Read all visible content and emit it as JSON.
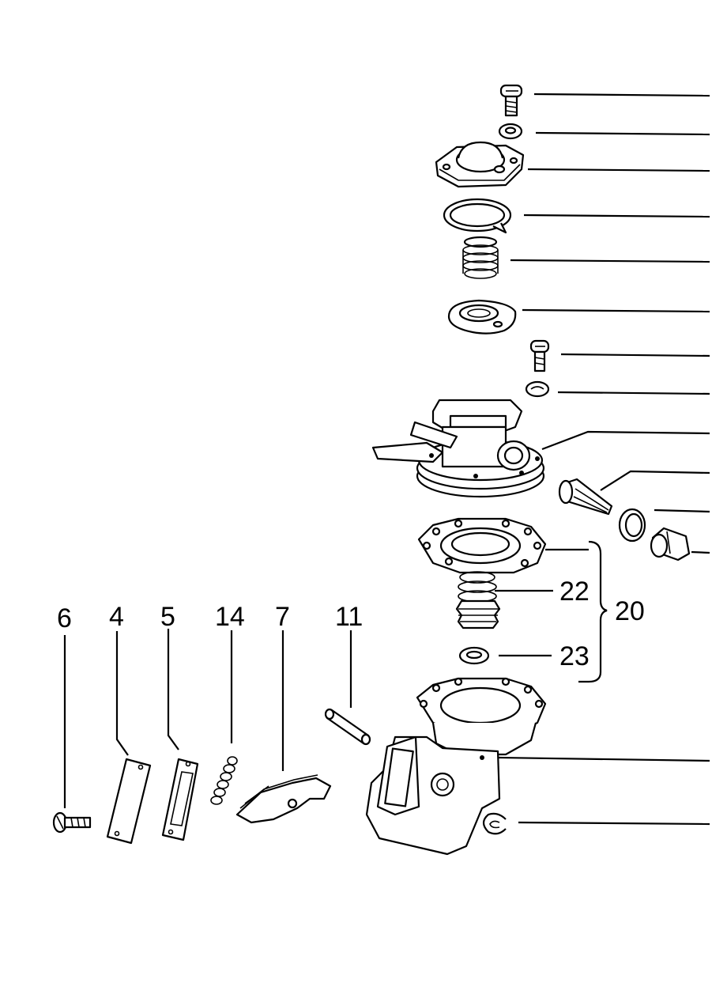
{
  "labels": {
    "part_6": "6",
    "part_4": "4",
    "part_5": "5",
    "part_14": "14",
    "part_7": "7",
    "part_11": "11",
    "part_22": "22",
    "part_23": "23",
    "part_20": "20"
  }
}
